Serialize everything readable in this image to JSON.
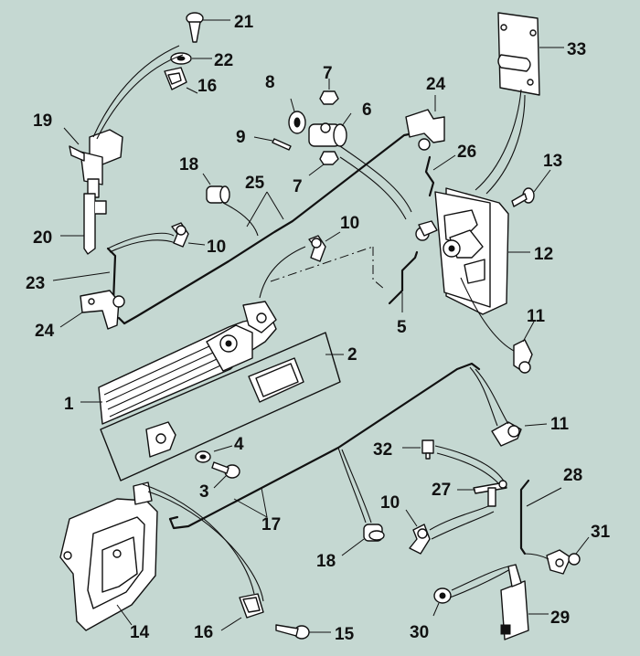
{
  "diagram": {
    "background_color": "#c5d8d2",
    "callouts": [
      {
        "id": "c1",
        "text": "1"
      },
      {
        "id": "c2",
        "text": "2"
      },
      {
        "id": "c3",
        "text": "3"
      },
      {
        "id": "c4",
        "text": "4"
      },
      {
        "id": "c5",
        "text": "5"
      },
      {
        "id": "c6",
        "text": "6"
      },
      {
        "id": "c7a",
        "text": "7"
      },
      {
        "id": "c7b",
        "text": "7"
      },
      {
        "id": "c8",
        "text": "8"
      },
      {
        "id": "c9",
        "text": "9"
      },
      {
        "id": "c10a",
        "text": "10"
      },
      {
        "id": "c10b",
        "text": "10"
      },
      {
        "id": "c10c",
        "text": "10"
      },
      {
        "id": "c11a",
        "text": "11"
      },
      {
        "id": "c11b",
        "text": "11"
      },
      {
        "id": "c12",
        "text": "12"
      },
      {
        "id": "c13",
        "text": "13"
      },
      {
        "id": "c14",
        "text": "14"
      },
      {
        "id": "c15",
        "text": "15"
      },
      {
        "id": "c16a",
        "text": "16"
      },
      {
        "id": "c16b",
        "text": "16"
      },
      {
        "id": "c17",
        "text": "17"
      },
      {
        "id": "c18a",
        "text": "18"
      },
      {
        "id": "c18b",
        "text": "18"
      },
      {
        "id": "c19",
        "text": "19"
      },
      {
        "id": "c20",
        "text": "20"
      },
      {
        "id": "c21",
        "text": "21"
      },
      {
        "id": "c22",
        "text": "22"
      },
      {
        "id": "c23",
        "text": "23"
      },
      {
        "id": "c24a",
        "text": "24"
      },
      {
        "id": "c24b",
        "text": "24"
      },
      {
        "id": "c25",
        "text": "25"
      },
      {
        "id": "c26",
        "text": "26"
      },
      {
        "id": "c27",
        "text": "27"
      },
      {
        "id": "c28",
        "text": "28"
      },
      {
        "id": "c29",
        "text": "29"
      },
      {
        "id": "c30",
        "text": "30"
      },
      {
        "id": "c31",
        "text": "31"
      },
      {
        "id": "c32",
        "text": "32"
      },
      {
        "id": "c33",
        "text": "33"
      }
    ]
  }
}
